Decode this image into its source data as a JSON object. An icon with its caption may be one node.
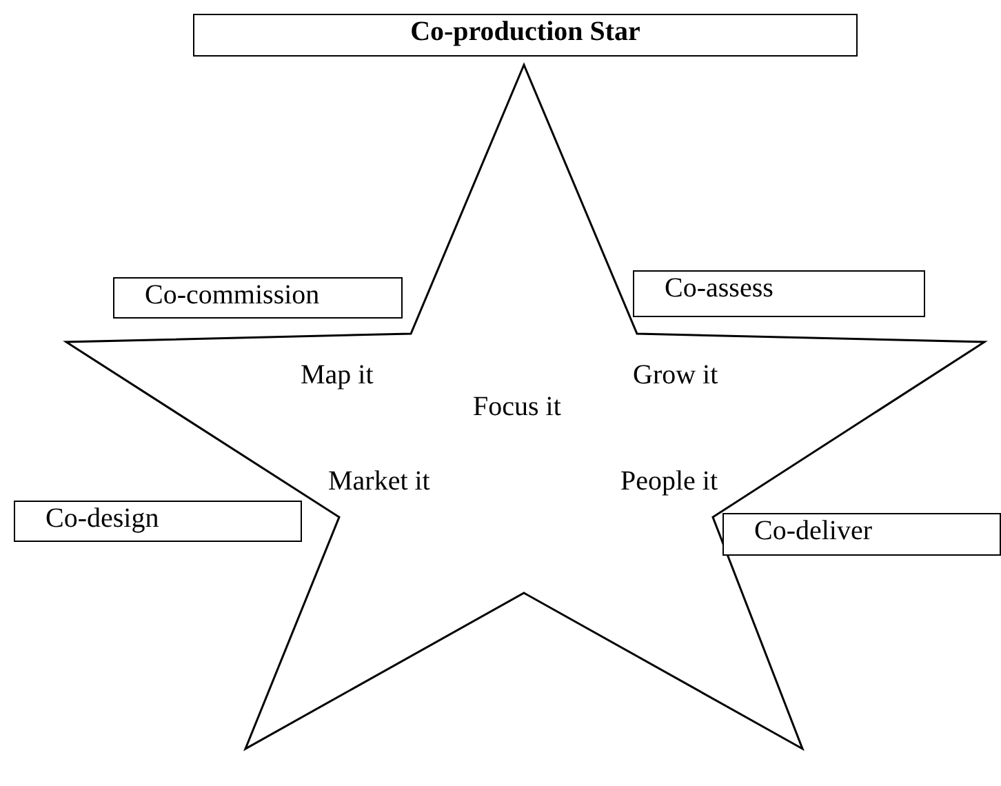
{
  "diagram": {
    "title": "Co-production Star",
    "nodes": [
      {
        "text": [
          "Map it",
          "Focus it",
          "Grow it",
          "Market it",
          "People it"
        ]
      },
      {
        "text": [
          "Co-commission"
        ]
      },
      {
        "text": [
          "Co-assess"
        ]
      },
      {
        "text": [
          "Co-design"
        ]
      },
      {
        "text": [
          "Co-deliver"
        ]
      }
    ]
  }
}
